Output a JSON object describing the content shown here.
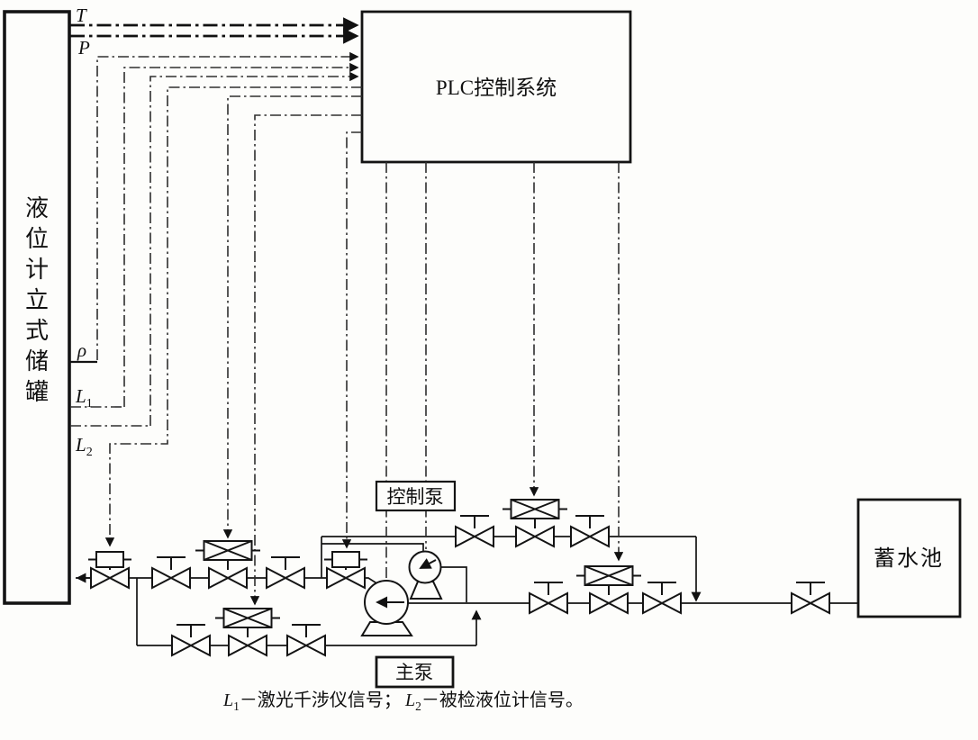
{
  "tank": {
    "label": "液位计立式储罐"
  },
  "plc": {
    "label": "PLC控制系统"
  },
  "pool": {
    "label": "蓄水池"
  },
  "pumps": {
    "control_pump_label": "控制泵",
    "main_pump_label": "主泵"
  },
  "signals": {
    "t": "T",
    "p": "P",
    "rho": "ρ",
    "l1_base": "L",
    "l1_sub": "1",
    "l2_base": "L",
    "l2_sub": "2"
  },
  "caption": {
    "l1_base": "L",
    "l1_sub": "1",
    "part1": "－激光千涉仪信号；",
    "l2_base": "L",
    "l2_sub": "2",
    "part2": "－被检液位计信号。"
  }
}
